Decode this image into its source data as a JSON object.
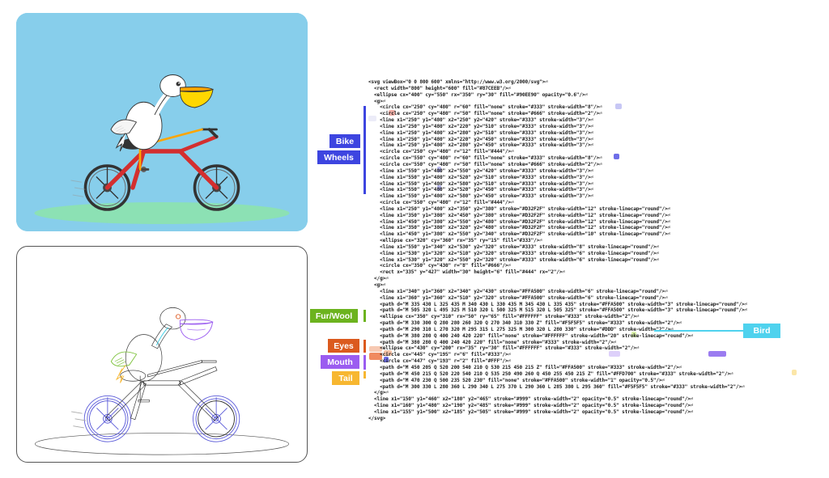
{
  "labels": {
    "bike": {
      "text": "Bike",
      "color": "#3D45E0"
    },
    "wheels": {
      "text": "Wheels",
      "color": "#3D45E0"
    },
    "fur": {
      "text": "Fur/Wool",
      "color": "#6CB31E"
    },
    "eyes": {
      "text": "Eyes",
      "color": "#DB5A1E"
    },
    "mouth": {
      "text": "Mouth",
      "color": "#9B5CF0"
    },
    "tail": {
      "text": "Tail",
      "color": "#F7B731"
    },
    "bird": {
      "text": "Bird",
      "color": "#4FD2EE"
    }
  },
  "code_lines": [
    "<svg viewBox=\"0 0 800 600\" xmlns=\"http://www.w3.org/2000/svg\">⏎",
    "  <rect width=\"800\" height=\"600\" fill=\"#87CEEB\"/>⏎",
    "  <ellipse cx=\"400\" cy=\"550\" rx=\"350\" ry=\"30\" fill=\"#90EE90\" opacity=\"0.6\"/>⏎",
    "  <g>⏎",
    "    <circle cx=\"250\" cy=\"480\" r=\"60\" fill=\"none\" stroke=\"#333\" stroke-width=\"8\"/>⏎",
    "    <circle cx=\"250\" cy=\"480\" r=\"50\" fill=\"none\" stroke=\"#666\" stroke-width=\"2\"/>⏎",
    "    <line x1=\"250\" y1=\"480\" x2=\"250\" y2=\"420\" stroke=\"#333\" stroke-width=\"3\"/>⏎",
    "    <line x1=\"250\" y1=\"480\" x2=\"220\" y2=\"510\" stroke=\"#333\" stroke-width=\"3\"/>⏎",
    "    <line x1=\"250\" y1=\"480\" x2=\"280\" y2=\"510\" stroke=\"#333\" stroke-width=\"3\"/>⏎",
    "    <line x1=\"250\" y1=\"480\" x2=\"220\" y2=\"450\" stroke=\"#333\" stroke-width=\"3\"/>⏎",
    "    <line x1=\"250\" y1=\"480\" x2=\"280\" y2=\"450\" stroke=\"#333\" stroke-width=\"3\"/>⏎",
    "    <circle cx=\"250\" cy=\"480\" r=\"12\" fill=\"#444\"/>⏎",
    "    <circle cx=\"550\" cy=\"480\" r=\"60\" fill=\"none\" stroke=\"#333\" stroke-width=\"8\"/>⏎",
    "    <circle cx=\"550\" cy=\"480\" r=\"50\" fill=\"none\" stroke=\"#666\" stroke-width=\"2\"/>⏎",
    "    <line x1=\"550\" y1=\"480\" x2=\"550\" y2=\"420\" stroke=\"#333\" stroke-width=\"3\"/>⏎",
    "    <line x1=\"550\" y1=\"480\" x2=\"520\" y2=\"510\" stroke=\"#333\" stroke-width=\"3\"/>⏎",
    "    <line x1=\"550\" y1=\"480\" x2=\"580\" y2=\"510\" stroke=\"#333\" stroke-width=\"3\"/>⏎",
    "    <line x1=\"550\" y1=\"480\" x2=\"520\" y2=\"450\" stroke=\"#333\" stroke-width=\"3\"/>⏎",
    "    <line x1=\"550\" y1=\"480\" x2=\"580\" y2=\"450\" stroke=\"#333\" stroke-width=\"3\"/>⏎",
    "    <circle cx=\"550\" cy=\"480\" r=\"12\" fill=\"#444\"/>⏎",
    "    <line x1=\"250\" y1=\"480\" x2=\"350\" y2=\"380\" stroke=\"#D32F2F\" stroke-width=\"12\" stroke-linecap=\"round\"/>⏎",
    "    <line x1=\"350\" y1=\"380\" x2=\"450\" y2=\"380\" stroke=\"#D32F2F\" stroke-width=\"12\" stroke-linecap=\"round\"/>⏎",
    "    <line x1=\"450\" y1=\"380\" x2=\"550\" y2=\"480\" stroke=\"#D32F2F\" stroke-width=\"12\" stroke-linecap=\"round\"/>⏎",
    "    <line x1=\"350\" y1=\"380\" x2=\"320\" y2=\"480\" stroke=\"#D32F2F\" stroke-width=\"12\" stroke-linecap=\"round\"/>⏎",
    "    <line x1=\"450\" y1=\"380\" x2=\"550\" y2=\"340\" stroke=\"#D32F2F\" stroke-width=\"10\" stroke-linecap=\"round\"/>⏎",
    "    <ellipse cx=\"320\" cy=\"360\" rx=\"35\" ry=\"15\" fill=\"#333\"/>⏎",
    "    <line x1=\"550\" y1=\"340\" x2=\"530\" y2=\"320\" stroke=\"#333\" stroke-width=\"8\" stroke-linecap=\"round\"/>⏎",
    "    <line x1=\"530\" y1=\"320\" x2=\"510\" y2=\"320\" stroke=\"#333\" stroke-width=\"6\" stroke-linecap=\"round\"/>⏎",
    "    <line x1=\"530\" y1=\"320\" x2=\"550\" y2=\"320\" stroke=\"#333\" stroke-width=\"6\" stroke-linecap=\"round\"/>⏎",
    "    <circle cx=\"350\" cy=\"430\" r=\"8\" fill=\"#666\"/>⏎",
    "    <rect x=\"335\" y=\"427\" width=\"30\" height=\"6\" fill=\"#444\" rx=\"2\"/>⏎",
    "  </g>⏎",
    "  <g>⏎",
    "    <line x1=\"340\" y1=\"360\" x2=\"340\" y2=\"430\" stroke=\"#FFA500\" stroke-width=\"6\" stroke-linecap=\"round\"/>⏎",
    "    <line x1=\"360\" y1=\"360\" x2=\"510\" y2=\"320\" stroke=\"#FFA500\" stroke-width=\"6\" stroke-linecap=\"round\"/>⏎",
    "    <path d=\"M 335 430 L 325 435 M 340 430 L 330 435 M 345 430 L 335 435\" stroke=\"#FFA500\" stroke-width=\"3\" stroke-linecap=\"round\"/>⏎",
    "    <path d=\"M 505 320 L 495 325 M 510 320 L 500 325 M 515 320 L 505 325\" stroke=\"#FFA500\" stroke-width=\"3\" stroke-linecap=\"round\"/>⏎",
    "    <ellipse cx=\"350\" cy=\"310\" rx=\"50\" ry=\"65\" fill=\"#FFFFFF\" stroke=\"#333\" stroke-width=\"2\"/>⏎",
    "    <path d=\"M 330 300 Q 280 280 260 320 Q 270 340 310 330 Z\" fill=\"#F5F5F5\" stroke=\"#333\" stroke-width=\"2\"/>⏎",
    "    <path d=\"M 290 310 L 270 320 M 295 315 L 275 325 M 300 320 L 280 330\" stroke=\"#DDD\" stroke-width=\"2\"/>⏎",
    "    <path d=\"M 380 280 Q 400 240 420 220\" fill=\"none\" stroke=\"#FFFFFF\" stroke-width=\"20\" stroke-linecap=\"round\"/>⏎",
    "    <path d=\"M 380 280 Q 400 240 420 220\" fill=\"none\" stroke=\"#333\" stroke-width=\"2\"/>⏎",
    "    <ellipse cx=\"430\" cy=\"200\" rx=\"35\" ry=\"30\" fill=\"#FFFFFF\" stroke=\"#333\" stroke-width=\"2\"/>⏎",
    "    <circle cx=\"445\" cy=\"195\" r=\"6\" fill=\"#333\"/>⏎",
    "    <circle cx=\"447\" cy=\"193\" r=\"2\" fill=\"#FFF\"/>⏎",
    "    <path d=\"M 450 205 Q 520 200 540 210 Q 530 215 450 215 Z\" fill=\"#FFA500\" stroke=\"#333\" stroke-width=\"2\"/>⏎",
    "    <path d=\"M 450 215 Q 520 220 540 210 Q 535 250 490 260 Q 450 255 450 215 Z\" fill=\"#FFD700\" stroke=\"#333\" stroke-width=\"2\"/>⏎",
    "    <path d=\"M 470 230 Q 500 235 520 230\" fill=\"none\" stroke=\"#FFA500\" stroke-width=\"1\" opacity=\"0.5\"/>⏎",
    "    <path d=\"M 300 330 L 280 360 L 290 340 L 275 370 L 290 360 L 285 380 L 295 360\" fill=\"#F5F5F5\" stroke=\"#333\" stroke-width=\"2\"/>⏎",
    "  </g>⏎",
    "  <line x1=\"150\" y1=\"460\" x2=\"180\" y2=\"465\" stroke=\"#999\" stroke-width=\"2\" opacity=\"0.5\" stroke-linecap=\"round\"/>⏎",
    "  <line x1=\"160\" y1=\"480\" x2=\"190\" y2=\"485\" stroke=\"#999\" stroke-width=\"2\" opacity=\"0.5\" stroke-linecap=\"round\"/>⏎",
    "  <line x1=\"155\" y1=\"500\" x2=\"185\" y2=\"505\" stroke=\"#999\" stroke-width=\"2\" opacity=\"0.5\" stroke-linecap=\"round\"/>⏎",
    "</svg>"
  ]
}
